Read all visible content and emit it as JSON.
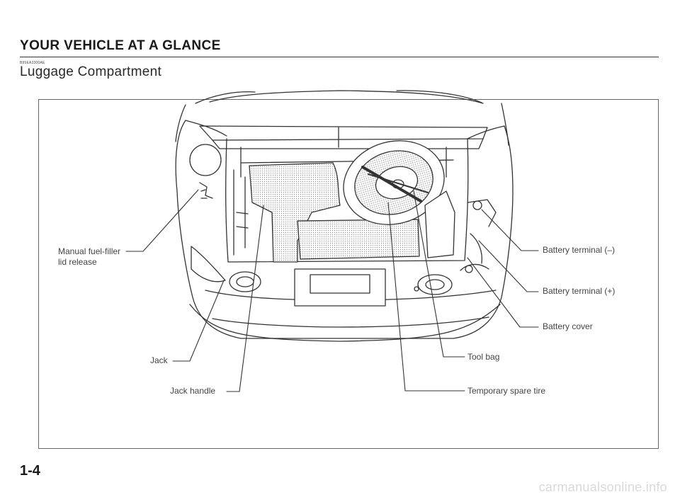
{
  "header": {
    "section_title": "YOUR VEHICLE AT A GLANCE",
    "doc_code": "B95EA3300AE",
    "page_heading": "Luggage Compartment"
  },
  "figure": {
    "labels": {
      "fuel_release_line1": "Manual fuel-filler",
      "fuel_release_line2": "lid release",
      "jack": "Jack",
      "jack_handle": "Jack handle",
      "battery_terminal_neg": "Battery terminal (–)",
      "battery_terminal_pos": "Battery terminal (+)",
      "battery_cover": "Battery cover",
      "tool_bag": "Tool bag",
      "spare_tire": "Temporary spare tire"
    }
  },
  "footer": {
    "page_number": "1-4",
    "watermark": "carmanualsonline.info"
  }
}
